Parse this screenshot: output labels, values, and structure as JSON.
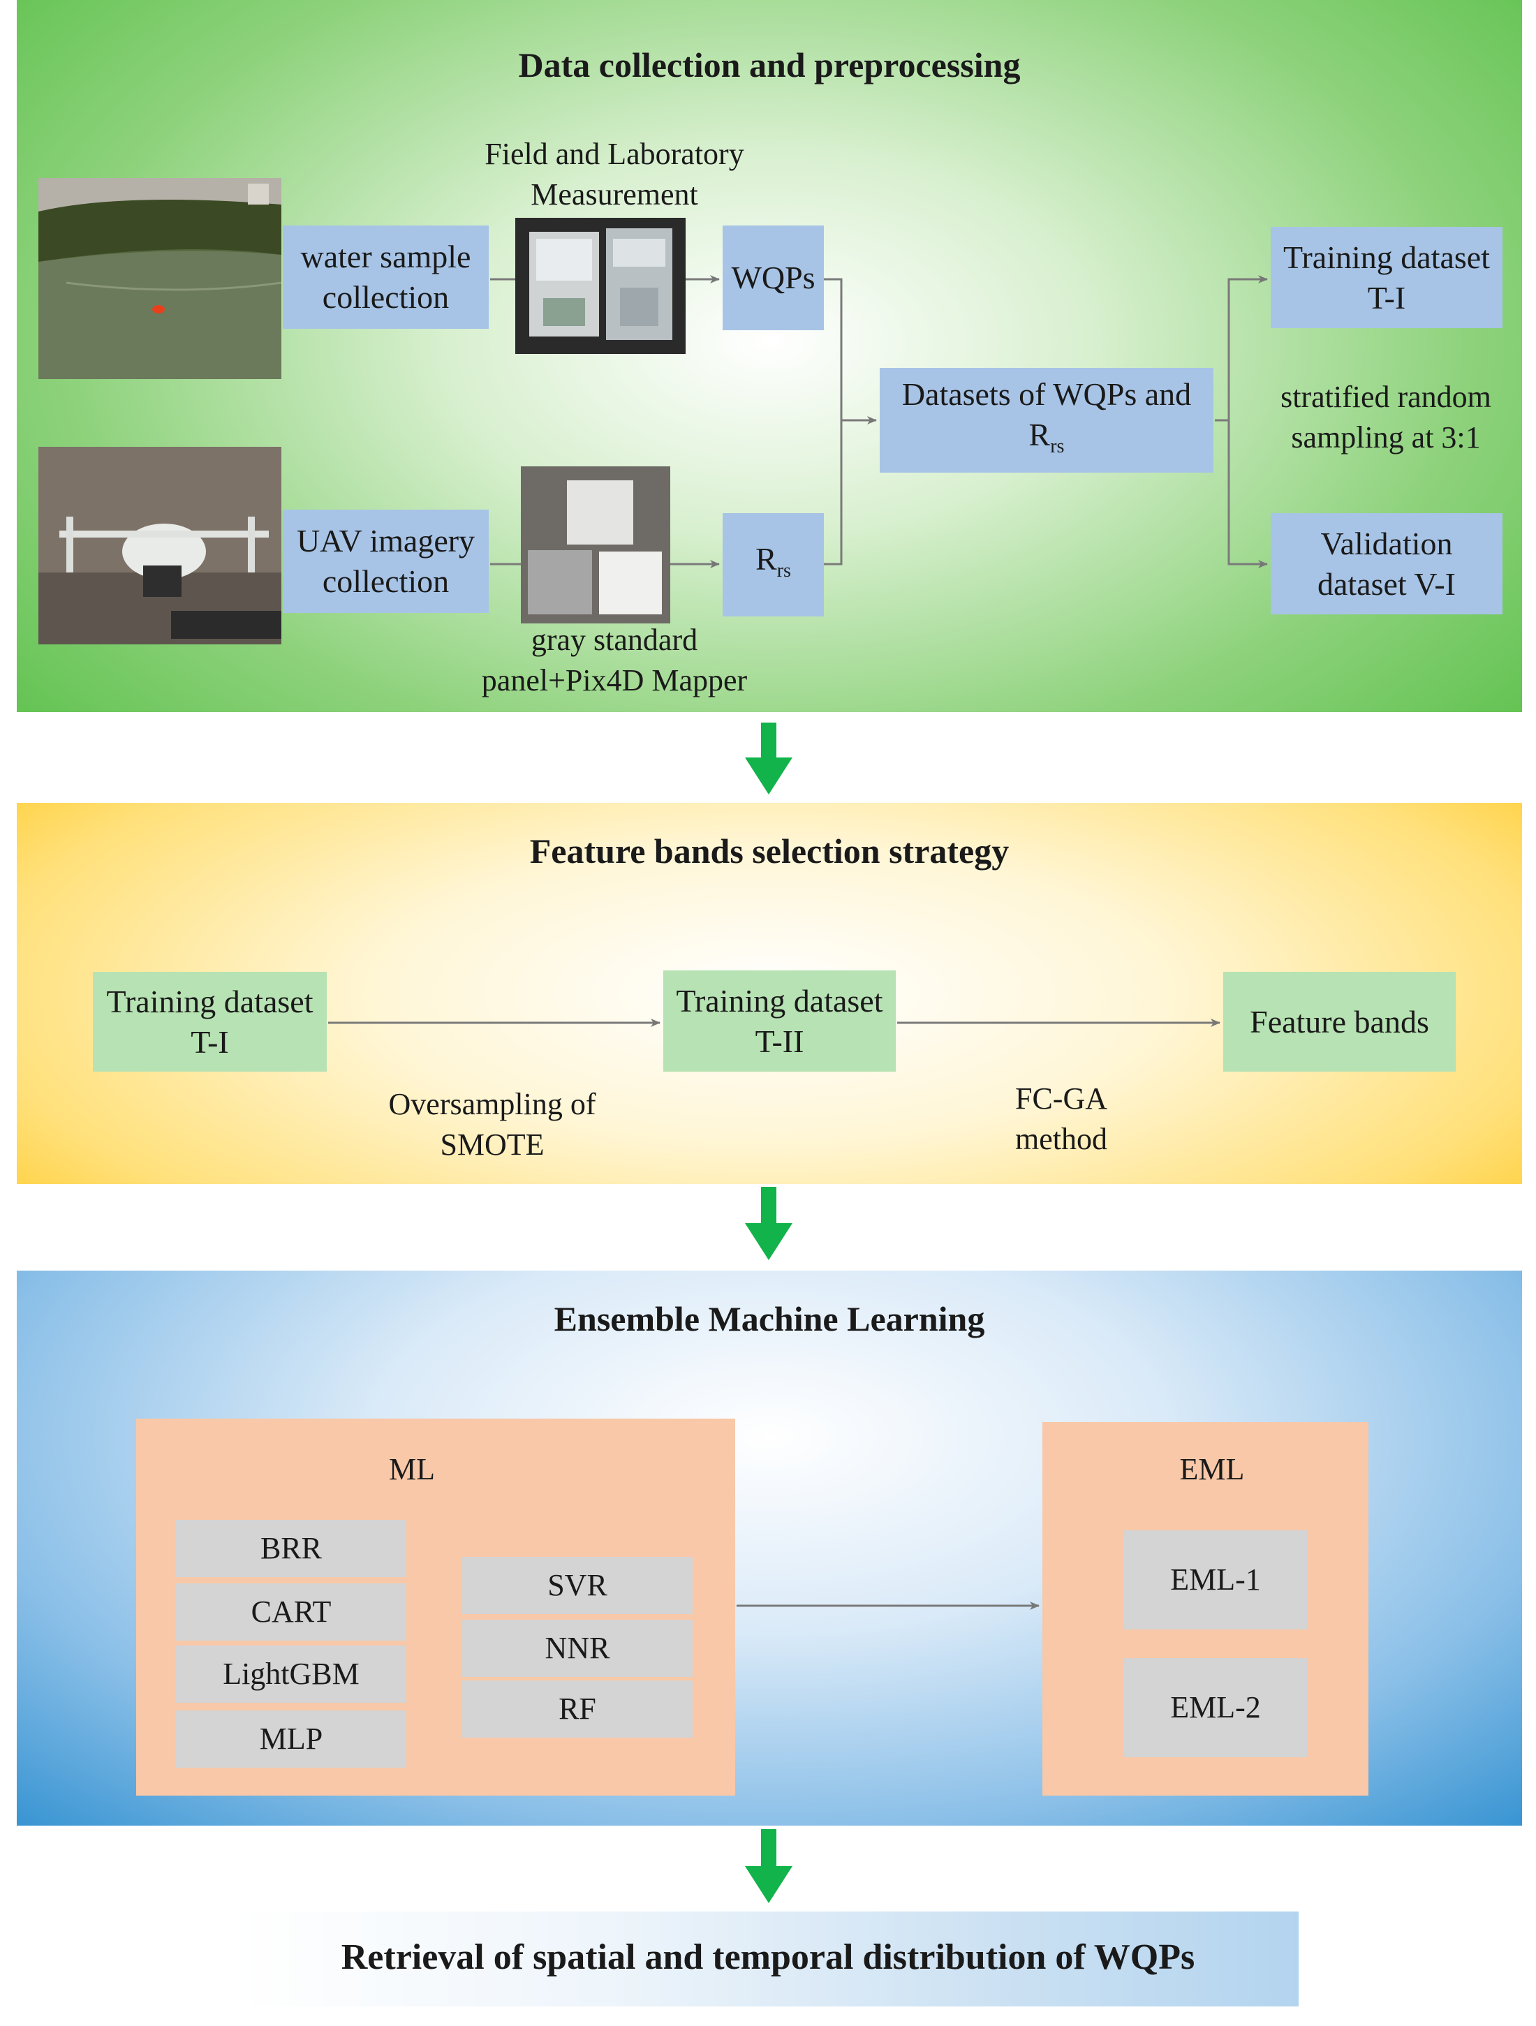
{
  "section1": {
    "title": "Data collection and preprocessing",
    "water_sample_box": [
      "water sample",
      "collection"
    ],
    "field_lab_label": [
      "Field and Laboratory",
      "Measurement"
    ],
    "wqps_box": "WQPs",
    "uav_box": [
      "UAV imagery",
      "collection"
    ],
    "gray_panel_label": [
      "gray standard",
      "panel+Pix4D Mapper"
    ],
    "rrs_box": {
      "main": "R",
      "sub": "rs"
    },
    "datasets_box": {
      "line1": "Datasets of WQPs and",
      "main": "R",
      "sub": "rs"
    },
    "training_box": [
      "Training dataset",
      "T-I"
    ],
    "sampling_label": [
      "stratified random",
      "sampling at 3:1"
    ],
    "validation_box": [
      "Validation",
      "dataset V-I"
    ]
  },
  "section2": {
    "title": "Feature bands selection strategy",
    "training1_box": [
      "Training dataset",
      "T-I"
    ],
    "training2_box": [
      "Training dataset",
      "T-II"
    ],
    "feature_box": "Feature bands",
    "smote_label": [
      "Oversampling of",
      "SMOTE"
    ],
    "fcga_label": [
      "FC-GA",
      "method"
    ]
  },
  "section3": {
    "title": "Ensemble Machine Learning",
    "ml_label": "ML",
    "ml_left": [
      "BRR",
      "CART",
      "LightGBM",
      "MLP"
    ],
    "ml_right": [
      "SVR",
      "NNR",
      "RF"
    ],
    "eml_label": "EML",
    "eml_items": [
      "EML-1",
      "EML-2"
    ]
  },
  "section4": {
    "title": "Retrieval of spatial and temporal distribution of WQPs"
  },
  "colors": {
    "panel1_green": "#4dbb3d",
    "panel2_gold": "#ffc000",
    "panel3_blue": "#2e8fd0",
    "down_arrow": "#11b34a",
    "blue_box": "#a7c4e6",
    "green_box": "#b7e2b3",
    "salmon_box": "#f8c8a8",
    "gray_box": "#d4d4d4"
  },
  "icons": [
    "lake-photo",
    "lab-instrument-photo",
    "uav-drone-photo",
    "gray-panel-photo",
    "down-arrow-icon"
  ]
}
